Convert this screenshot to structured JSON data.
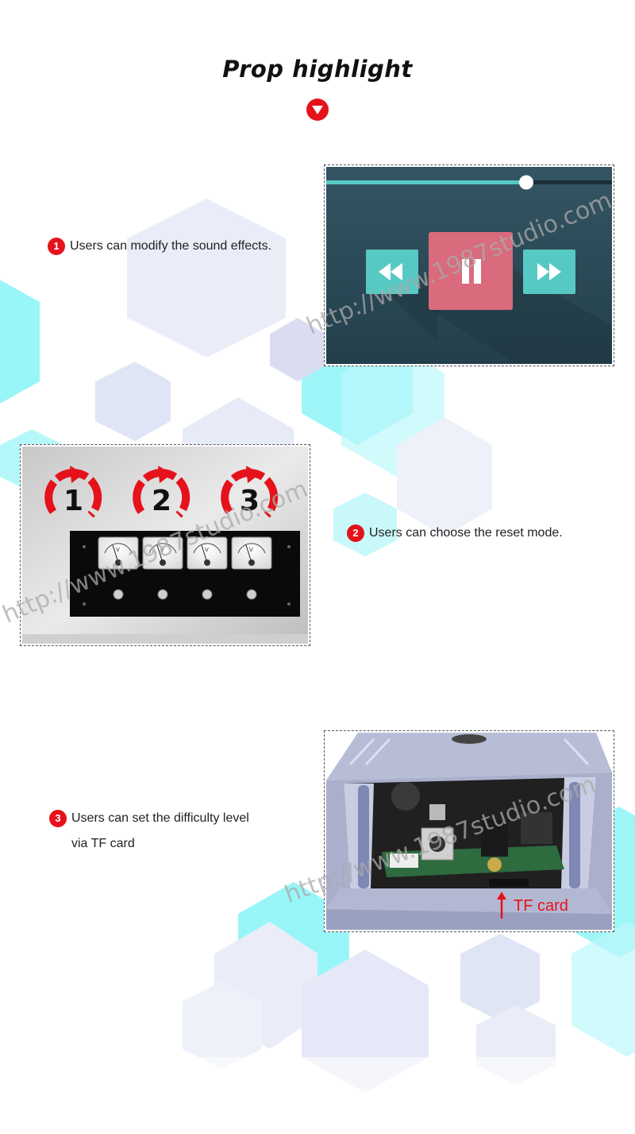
{
  "title": "Prop highlight",
  "features": [
    {
      "number": "1",
      "lines": [
        "Users can modify the sound effects."
      ]
    },
    {
      "number": "2",
      "lines": [
        "Users can choose the reset mode."
      ]
    },
    {
      "number": "3",
      "lines": [
        "Users can set the difficulty level",
        "via TF card"
      ]
    }
  ],
  "player": {
    "progress": 0.8,
    "buttons": [
      "rewind-icon",
      "pause-icon",
      "fast-forward-icon"
    ],
    "colors": {
      "background": "#2c4a57",
      "accent": "#57c9c4",
      "pause": "#d96b7c"
    }
  },
  "reset_modes": [
    "1",
    "2",
    "3"
  ],
  "meters": {
    "count": 4,
    "scale_label": "V"
  },
  "board": {
    "tf_label": "TF card"
  },
  "watermark": "http://www.1987studio.com",
  "colors": {
    "accent_red": "#e5121b",
    "hex_cyan": "#7ff3f6",
    "hex_lavender": "#e9ecf8"
  }
}
